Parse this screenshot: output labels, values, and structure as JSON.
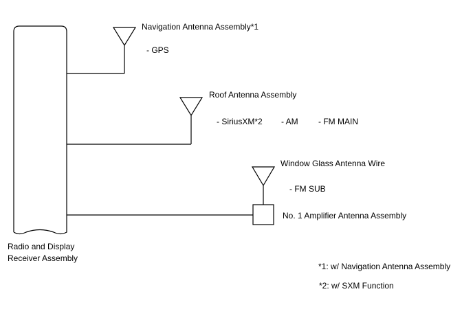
{
  "diagram": {
    "line_color": "#000000",
    "receiver": {
      "label_line1": "Radio and Display",
      "label_line2": "Receiver Assembly"
    },
    "navigation_antenna": {
      "title": "Navigation Antenna Assembly*1",
      "signals": [
        "- GPS"
      ]
    },
    "roof_antenna": {
      "title": "Roof Antenna Assembly",
      "signals": [
        "- SiriusXM*2",
        "- AM",
        "- FM MAIN"
      ]
    },
    "window_glass_antenna": {
      "title": "Window Glass Antenna Wire",
      "signals": [
        "- FM SUB"
      ]
    },
    "amplifier": {
      "title": "No. 1 Amplifier Antenna Assembly"
    },
    "notes": [
      "*1: w/ Navigation Antenna Assembly",
      "*2: w/ SXM Function"
    ]
  }
}
